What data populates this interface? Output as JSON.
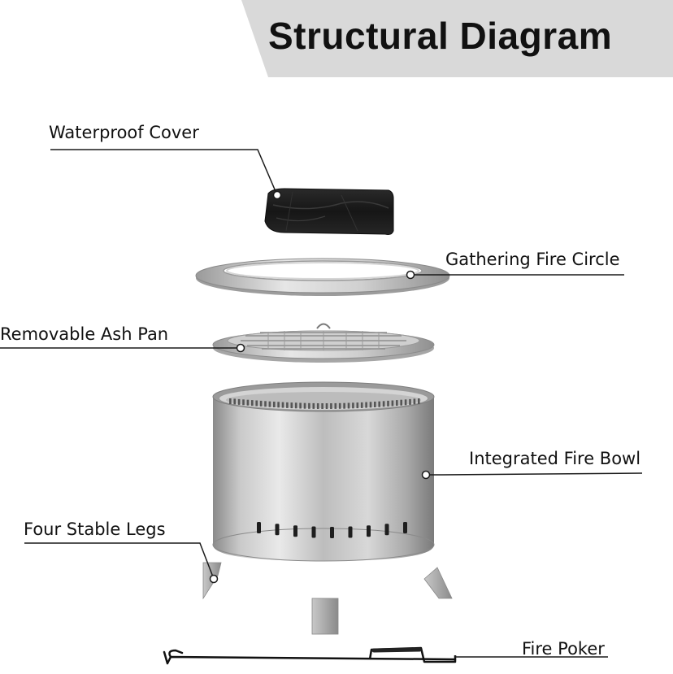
{
  "title": "Structural Diagram",
  "colors": {
    "banner": "#d9d9d9",
    "text": "#111111",
    "leader": "#1a1a1a",
    "steel_light": "#e8e8e8",
    "steel_mid": "#b5b5b5",
    "steel_dark": "#7f7f7f",
    "cover": "#1c1c1c"
  },
  "parts": [
    {
      "id": "cover",
      "label": "Waterproof Cover"
    },
    {
      "id": "ring",
      "label": "Gathering Fire Circle"
    },
    {
      "id": "ashpan",
      "label": "Removable Ash Pan"
    },
    {
      "id": "bowl",
      "label": "Integrated Fire Bowl"
    },
    {
      "id": "legs",
      "label": "Four Stable Legs"
    },
    {
      "id": "poker",
      "label": "Fire Poker"
    }
  ]
}
